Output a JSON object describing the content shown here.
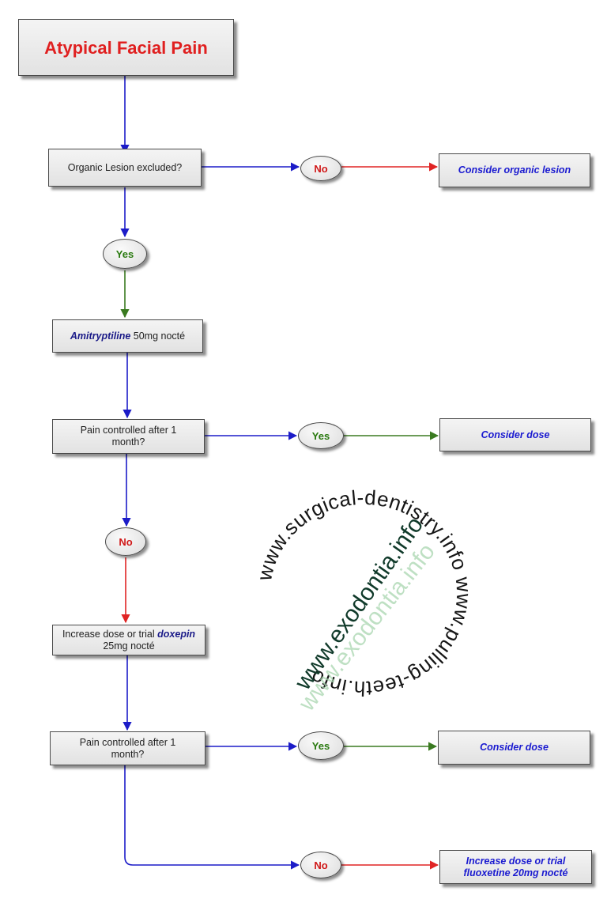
{
  "title": "Atypical Facial Pain",
  "nodes": {
    "q1": "Organic Lesion excluded?",
    "r1": "Consider organic lesion",
    "step1_drug": "Amitryptiline",
    "step1_rest": " 50mg nocté",
    "q2_line1": "Pain controlled after 1",
    "q2_line2": "month?",
    "r2": "Consider dose",
    "step2_pre": "Increase dose or trial ",
    "step2_drug": "doxepin",
    "step2_line2": "25mg nocté",
    "q3_line1": "Pain controlled after 1",
    "q3_line2": "month?",
    "r3": "Consider dose",
    "r4_line1": "Increase dose or trial",
    "r4_line2": "fluoxetine 20mg nocté"
  },
  "decisions": {
    "no1": "No",
    "yes1": "Yes",
    "yes2": "Yes",
    "no2": "No",
    "yes3": "Yes",
    "no3": "No"
  },
  "watermark": {
    "outer_ring": "www.surgical-dentistry.info www.pulling-teeth.info",
    "inner_1": "www.exodontia.info",
    "inner_2": "www.exodontia.info"
  },
  "colors": {
    "blue_arrow": "#1c1cc8",
    "red_arrow": "#e02424",
    "green_arrow": "#3a7a20",
    "title": "#e02020",
    "result_text": "#1a1ad0",
    "yes_text": "#2a7a10",
    "no_text": "#d01818"
  }
}
